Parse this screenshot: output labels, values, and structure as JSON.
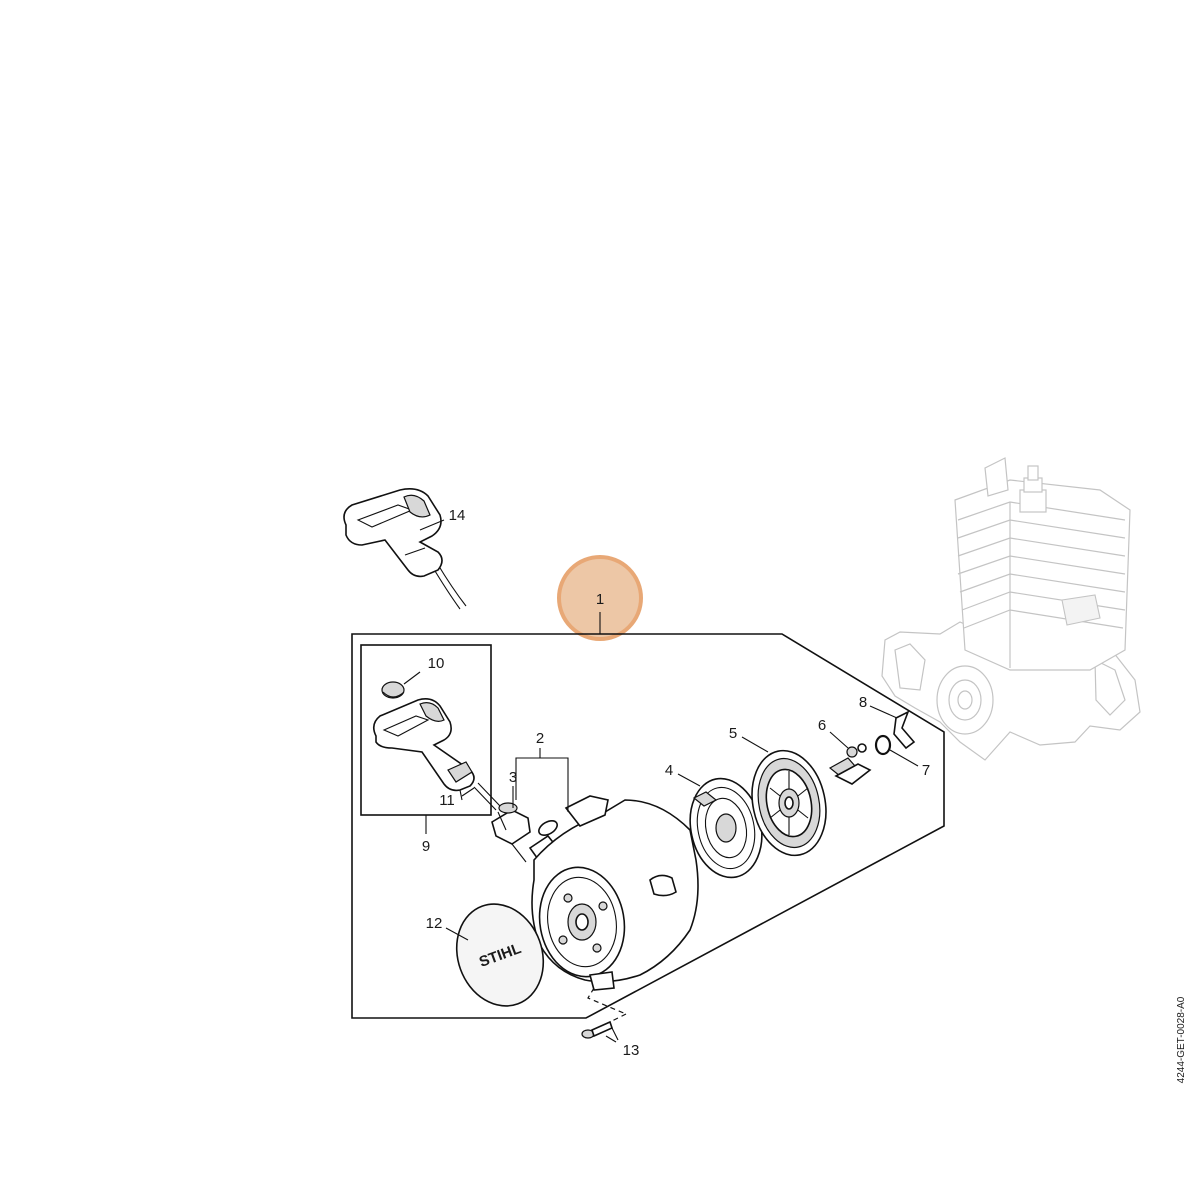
{
  "diagram": {
    "highlight": {
      "label": "1",
      "color": "#e8a876",
      "fill": "#edc7a6"
    },
    "callouts": {
      "c1": "1",
      "c2": "2",
      "c3": "3",
      "c4": "4",
      "c5": "5",
      "c6": "6",
      "c7": "7",
      "c8": "8",
      "c9": "9",
      "c10": "10",
      "c11": "11",
      "c12": "12",
      "c13": "13",
      "c14": "14"
    },
    "logo_text": "STIHL",
    "doc_number": "4244-GET-0028-A0"
  }
}
